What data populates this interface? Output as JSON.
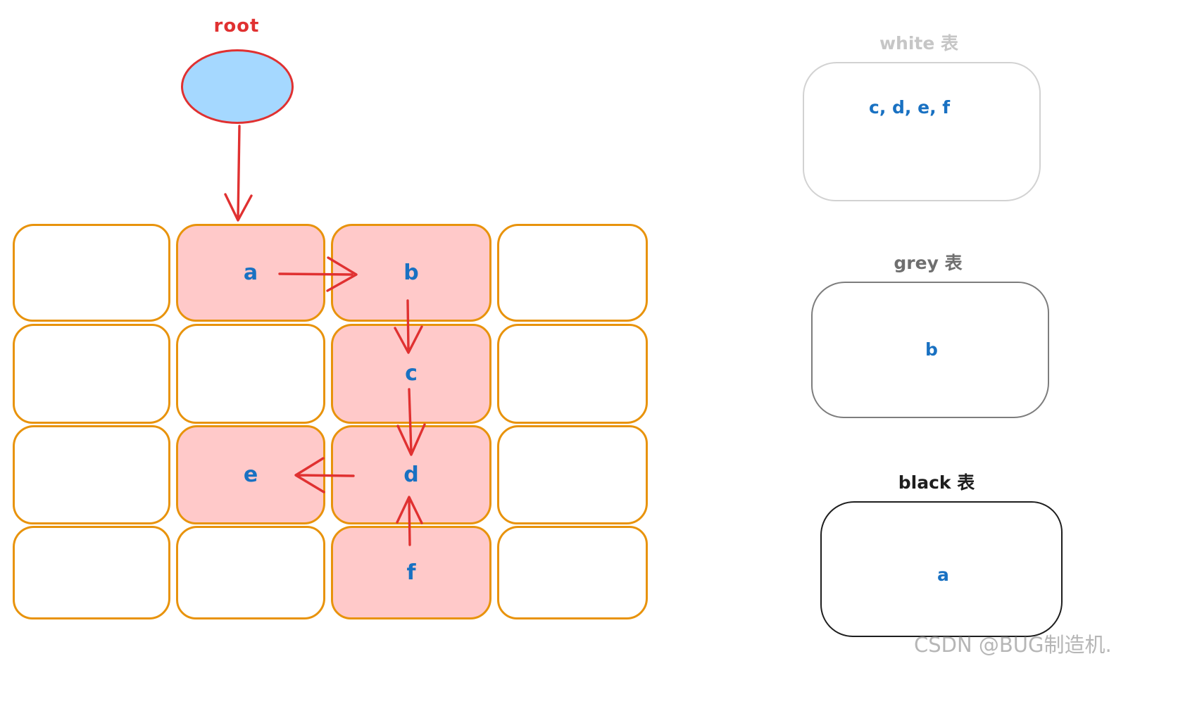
{
  "diagram": {
    "root_label": "root",
    "grid": {
      "rows": 4,
      "cols": 4,
      "cells": [
        {
          "row": 0,
          "col": 0,
          "label": "",
          "highlighted": false
        },
        {
          "row": 0,
          "col": 1,
          "label": "a",
          "highlighted": true
        },
        {
          "row": 0,
          "col": 2,
          "label": "b",
          "highlighted": true
        },
        {
          "row": 0,
          "col": 3,
          "label": "",
          "highlighted": false
        },
        {
          "row": 1,
          "col": 0,
          "label": "",
          "highlighted": false
        },
        {
          "row": 1,
          "col": 1,
          "label": "",
          "highlighted": false
        },
        {
          "row": 1,
          "col": 2,
          "label": "c",
          "highlighted": true
        },
        {
          "row": 1,
          "col": 3,
          "label": "",
          "highlighted": false
        },
        {
          "row": 2,
          "col": 0,
          "label": "",
          "highlighted": false
        },
        {
          "row": 2,
          "col": 1,
          "label": "e",
          "highlighted": true
        },
        {
          "row": 2,
          "col": 2,
          "label": "d",
          "highlighted": true
        },
        {
          "row": 2,
          "col": 3,
          "label": "",
          "highlighted": false
        },
        {
          "row": 3,
          "col": 0,
          "label": "",
          "highlighted": false
        },
        {
          "row": 3,
          "col": 1,
          "label": "",
          "highlighted": false
        },
        {
          "row": 3,
          "col": 2,
          "label": "f",
          "highlighted": true
        },
        {
          "row": 3,
          "col": 3,
          "label": "",
          "highlighted": false
        }
      ]
    },
    "edges": [
      {
        "from": "root",
        "to": "a"
      },
      {
        "from": "a",
        "to": "b"
      },
      {
        "from": "b",
        "to": "c"
      },
      {
        "from": "c",
        "to": "d"
      },
      {
        "from": "d",
        "to": "e"
      },
      {
        "from": "f",
        "to": "d"
      }
    ]
  },
  "panels": [
    {
      "title": "white 表",
      "items": "c, d, e, f"
    },
    {
      "title": "grey 表",
      "items": "b"
    },
    {
      "title": "black 表",
      "items": "a"
    }
  ],
  "watermark": "CSDN @BUG制造机.",
  "colors": {
    "cell_stroke": "#e8930c",
    "cell_highlight_fill": "#ffc9c9",
    "letter_blue": "#1971c2",
    "arrow_red": "#e03131",
    "root_fill": "#a5d8ff",
    "white_table_grey": "#c6c6c6",
    "grey_table_grey": "#6f6f6f",
    "black_table_black": "#1e1e1e"
  }
}
